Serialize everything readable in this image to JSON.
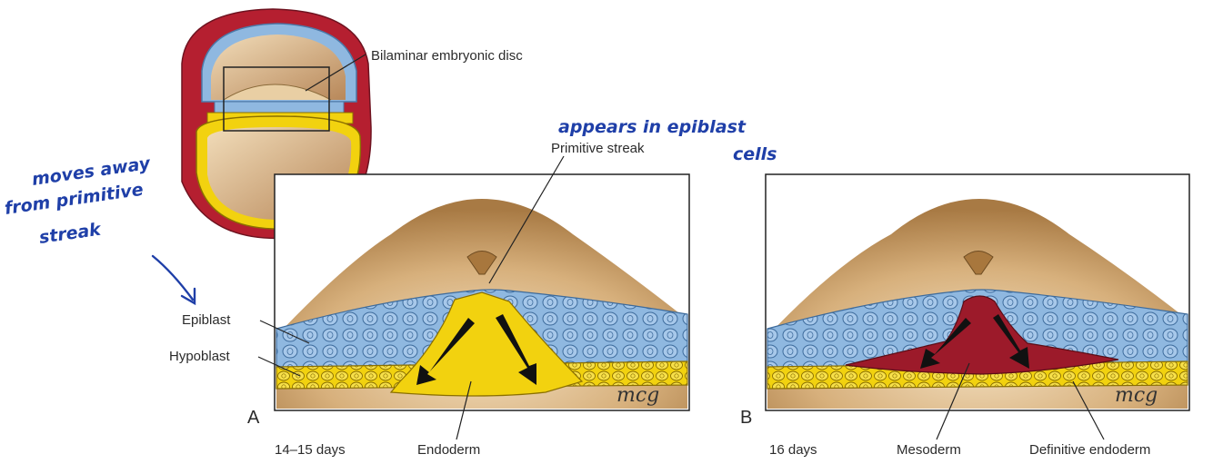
{
  "labels": {
    "bilaminar": "Bilaminar embryonic disc",
    "primitive_streak": "Primitive streak",
    "epiblast": "Epiblast",
    "hypoblast": "Hypoblast",
    "endoderm": "Endoderm",
    "mesoderm": "Mesoderm",
    "definitive_endoderm": "Definitive endoderm",
    "days_a": "14–15 days",
    "days_b": "16 days",
    "panel_a": "A",
    "panel_b": "B",
    "signature": "mcg"
  },
  "annotations": {
    "note_left_1": "moves away",
    "note_left_2": "from primitive",
    "note_left_3": "streak",
    "note_top_1": "appears in epiblast",
    "note_top_2": "cells"
  },
  "colors": {
    "epiblast": "#8fb8e0",
    "hypoblast": "#f2d20f",
    "mesoderm": "#9c1a2a",
    "amnion_tan": "#c9a06b",
    "outer_wall": "#b51f30",
    "annotation_ink": "#1f3fa8"
  }
}
